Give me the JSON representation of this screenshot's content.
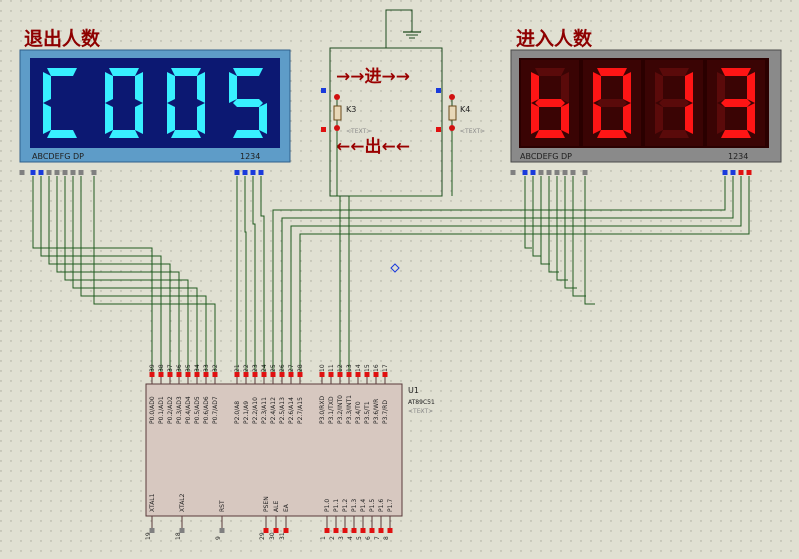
{
  "titles": {
    "exit_display": "退出人数",
    "enter_display": "进入人数"
  },
  "displays": {
    "left": {
      "digits": [
        "C",
        "0",
        "0",
        "5"
      ],
      "pin_left_label": "ABCDEFG DP",
      "pin_right_label": "1234",
      "color": "#38f0ff",
      "bg": "#0c1872"
    },
    "right": {
      "digits": [
        "b",
        "0",
        "1",
        "3"
      ],
      "pin_left_label": "ABCDEFG DP",
      "pin_right_label": "1234",
      "color": "#ff1515",
      "bg": "#2a0000"
    }
  },
  "sensor_box": {
    "enter_arrow": "→→进→→",
    "exit_arrow": "←←出←←",
    "k3_label": "K3",
    "k4_label": "K4",
    "text_placeholder": "<TEXT>"
  },
  "chip": {
    "ref": "U1",
    "part": "AT89C51",
    "text_placeholder": "<TEXT>",
    "top_pins_p0": [
      {
        "num": "39",
        "name": "P0.0/AD0"
      },
      {
        "num": "38",
        "name": "P0.1/AD1"
      },
      {
        "num": "37",
        "name": "P0.2/AD2"
      },
      {
        "num": "36",
        "name": "P0.3/AD3"
      },
      {
        "num": "35",
        "name": "P0.4/AD4"
      },
      {
        "num": "34",
        "name": "P0.5/AD5"
      },
      {
        "num": "33",
        "name": "P0.6/AD6"
      },
      {
        "num": "32",
        "name": "P0.7/AD7"
      }
    ],
    "top_pins_p2": [
      {
        "num": "21",
        "name": "P2.0/A8"
      },
      {
        "num": "22",
        "name": "P2.1/A9"
      },
      {
        "num": "23",
        "name": "P2.2/A10"
      },
      {
        "num": "24",
        "name": "P2.3/A11"
      },
      {
        "num": "25",
        "name": "P2.4/A12"
      },
      {
        "num": "26",
        "name": "P2.5/A13"
      },
      {
        "num": "27",
        "name": "P2.6/A14"
      },
      {
        "num": "28",
        "name": "P2.7/A15"
      }
    ],
    "top_pins_p3": [
      {
        "num": "10",
        "name": "P3.0/RXD"
      },
      {
        "num": "11",
        "name": "P3.1/TXD"
      },
      {
        "num": "12",
        "name": "P3.2/INT0"
      },
      {
        "num": "13",
        "name": "P3.3/INT1"
      },
      {
        "num": "14",
        "name": "P3.4/T0"
      },
      {
        "num": "15",
        "name": "P3.5/T1"
      },
      {
        "num": "16",
        "name": "P3.6/WR"
      },
      {
        "num": "17",
        "name": "P3.7/RD"
      }
    ],
    "bottom_pins_left": [
      {
        "num": "19",
        "name": "XTAL1"
      },
      {
        "num": "18",
        "name": "XTAL2"
      },
      {
        "num": "9",
        "name": "RST"
      }
    ],
    "bottom_pins_mid": [
      {
        "num": "29",
        "name": "PSEN"
      },
      {
        "num": "30",
        "name": "ALE"
      },
      {
        "num": "31",
        "name": "EA"
      }
    ],
    "bottom_pins_p1": [
      {
        "num": "1",
        "name": "P1.0"
      },
      {
        "num": "2",
        "name": "P1.1"
      },
      {
        "num": "3",
        "name": "P1.2"
      },
      {
        "num": "4",
        "name": "P1.3"
      },
      {
        "num": "5",
        "name": "P1.4"
      },
      {
        "num": "6",
        "name": "P1.5"
      },
      {
        "num": "7",
        "name": "P1.6"
      },
      {
        "num": "8",
        "name": "P1.7"
      }
    ]
  },
  "colors": {
    "wire": "#1f5a1f",
    "title": "#8e0000",
    "pin_red": "#e01010",
    "pin_blue": "#1a3adc"
  }
}
